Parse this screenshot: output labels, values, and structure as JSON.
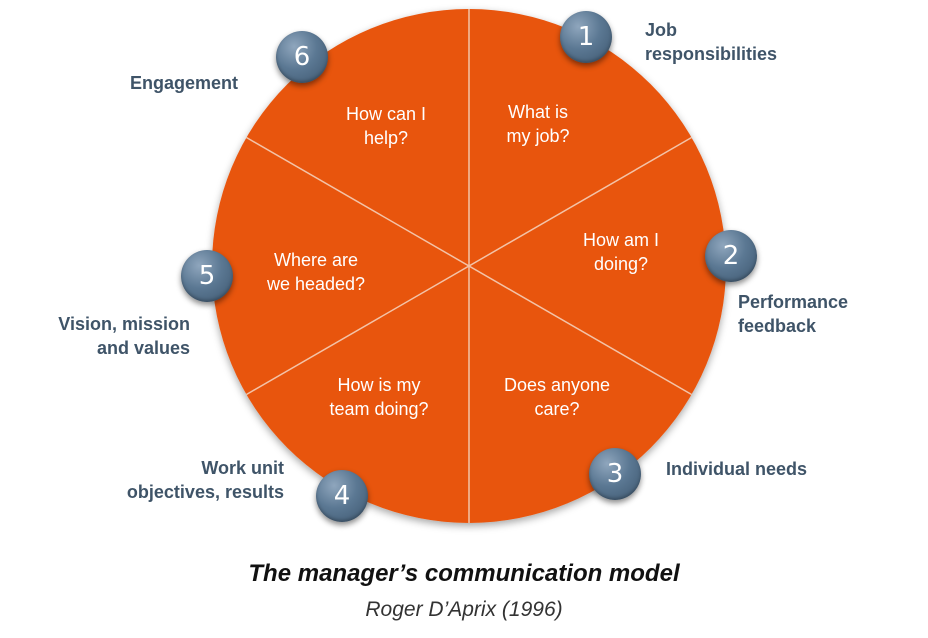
{
  "colors": {
    "wheel": "#e8550f",
    "divider": "#f3c3a8",
    "label": "#3f5468",
    "badge": "#5b7893"
  },
  "segments": [
    {
      "number": "1",
      "question": "What is\nmy job?",
      "label": "Job\nresponsibilities"
    },
    {
      "number": "2",
      "question": "How am I\ndoing?",
      "label": "Performance\nfeedback"
    },
    {
      "number": "3",
      "question": "Does anyone\ncare?",
      "label": "Individual needs"
    },
    {
      "number": "4",
      "question": "How is my\nteam doing?",
      "label": "Work unit\nobjectives, results"
    },
    {
      "number": "5",
      "question": "Where are\nwe headed?",
      "label": "Vision, mission\nand values"
    },
    {
      "number": "6",
      "question": "How can I\nhelp?",
      "label": "Engagement"
    }
  ],
  "caption": {
    "title": "The manager’s communication model",
    "author": "Roger D’Aprix (1996)"
  }
}
